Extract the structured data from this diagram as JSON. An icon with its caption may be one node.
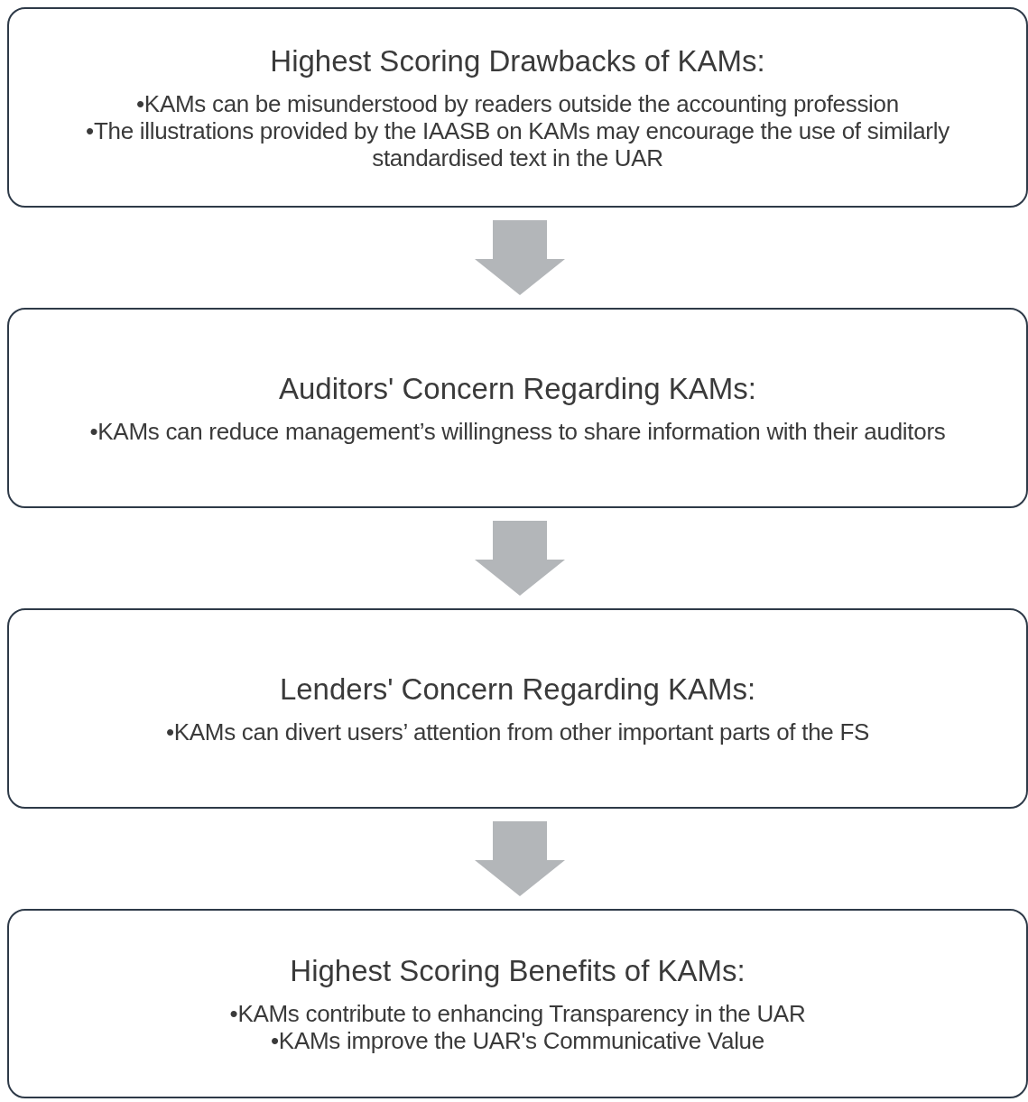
{
  "diagram": {
    "nodes": [
      {
        "text": [
          "Highest Scoring Drawbacks of KAMs:",
          "•KAMs can be misunderstood by readers outside the accounting profession",
          "•The illustrations provided by the IAASB on KAMs may encourage the use of similarly standardised text in the UAR"
        ]
      },
      {
        "text": [
          "Auditors' Concern Regarding KAMs:",
          "•KAMs can reduce management’s willingness to share information with their auditors"
        ]
      },
      {
        "text": [
          "Lenders' Concern Regarding KAMs:",
          "•KAMs can divert users’ attention from other important parts of the FS"
        ]
      },
      {
        "text": [
          "Highest Scoring Benefits of KAMs:",
          "•KAMs contribute to enhancing Transparency in the UAR",
          "•KAMs improve the UAR's Communicative Value"
        ]
      }
    ],
    "edges": [
      {
        "from": 0,
        "to": 1,
        "arrow": "to"
      },
      {
        "from": 1,
        "to": 2,
        "arrow": "to"
      },
      {
        "from": 2,
        "to": 3,
        "arrow": "to"
      }
    ]
  }
}
